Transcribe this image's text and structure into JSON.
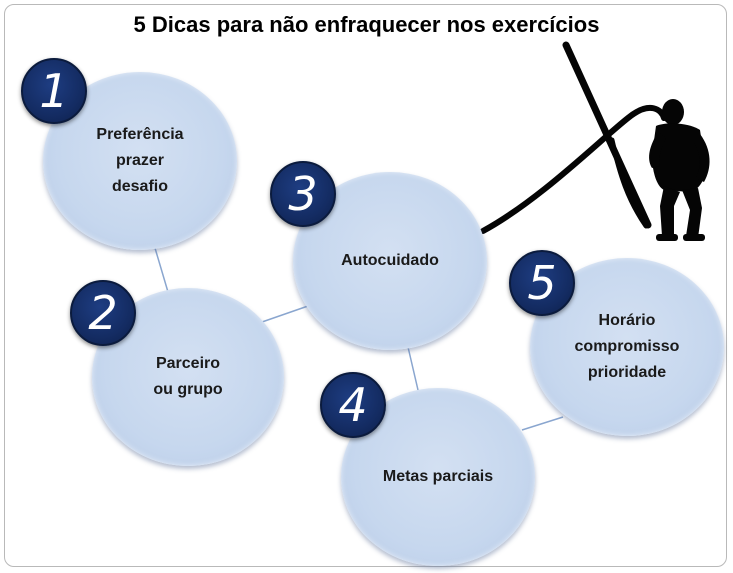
{
  "title": "5 Dicas para não enfraquecer nos exercícios",
  "colors": {
    "bubble_fill": "#c9d9ef",
    "badge_fill": "#142c63",
    "connector": "#8aa6cf"
  },
  "tips": [
    {
      "number": "1",
      "text": "Preferência\nprazer\ndesafio"
    },
    {
      "number": "2",
      "text": "Parceiro\nou grupo"
    },
    {
      "number": "3",
      "text": "Autocuidado"
    },
    {
      "number": "4",
      "text": "Metas parciais"
    },
    {
      "number": "5",
      "text": "Horário\ncompromisso\nprioridade"
    }
  ],
  "illustration": "battle-rope-athlete-silhouette"
}
